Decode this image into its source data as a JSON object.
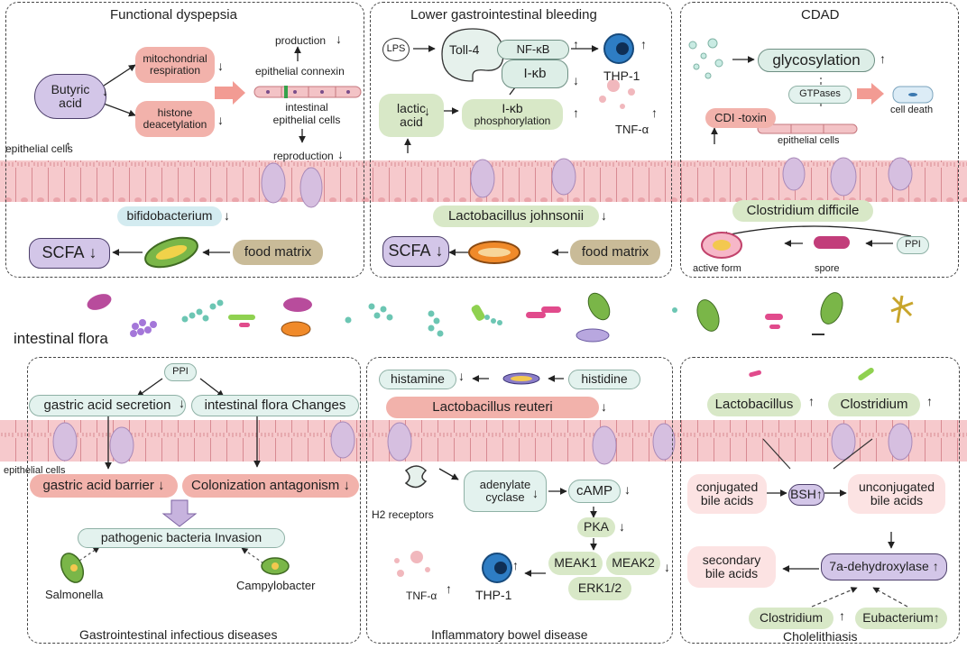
{
  "panels": {
    "functional_dyspepsia": {
      "title": "Functional dyspepsia",
      "butyric_acid": "Butyric acid",
      "mito": "mitochondrial respiration",
      "histone": "histone deacetylation",
      "production": "production",
      "connexin": "epithelial connexin",
      "iec": "intestinal epithelial cells",
      "reproduction": "reproduction",
      "epithelial_cells": "epithelial cells",
      "bifido": "bifidobacterium",
      "scfa": "SCFA",
      "food_matrix": "food matrix"
    },
    "lgb": {
      "title": "Lower gastrointestinal bleeding",
      "lps": "LPS",
      "toll4": "Toll-4",
      "nfkb": "NF-κB",
      "ikb": "I-κb",
      "thp1": "THP-1",
      "lactic": "lactic acid",
      "ikb_phos_1": "I-κb",
      "ikb_phos_2": "phosphorylation",
      "tnf": "TNF-α",
      "lacto_j": "Lactobacillus johnsonii",
      "scfa": "SCFA",
      "food_matrix": "food matrix"
    },
    "cdad": {
      "title": "CDAD",
      "glyco": "glycosylation",
      "gtpases": "GTPases",
      "cell_death": "cell death",
      "toxin": "CDI -toxin",
      "epithelial_cells": "epithelial cells",
      "cdiff": "Clostridium difficile",
      "ppi": "PPI",
      "active": "active form",
      "spore": "spore"
    },
    "flora": {
      "label": "intestinal flora"
    },
    "gid": {
      "title": "Gastrointestinal infectious diseases",
      "ppi": "PPI",
      "gas": "gastric acid secretion",
      "ifc": "intestinal flora Changes",
      "epithelial_cells": "epithelial cells",
      "gab": "gastric acid barrier",
      "ca": "Colonization antagonism",
      "pbi": "pathogenic bacteria Invasion",
      "salmonella": "Salmonella",
      "campylobacter": "Campylobacter"
    },
    "ibd": {
      "title": "Inflammatory bowel disease",
      "histamine": "histamine",
      "histidine": "histidine",
      "lreuteri": "Lactobacillus reuteri",
      "h2": "H2 receptors",
      "ac_1": "adenylate",
      "ac_2": "cyclase",
      "camp": "cAMP",
      "pka": "PKA",
      "meak1": "MEAK1",
      "meak2": "MEAK2",
      "erk": "ERK1/2",
      "thp1": "THP-1",
      "tnf": "TNF-α"
    },
    "chole": {
      "title": "Cholelithiasis",
      "lacto": "Lactobacillus",
      "clost": "Clostridium",
      "cba_1": "conjugated",
      "cba_2": "bile acids",
      "bsh": "BSH",
      "uba_1": "unconjugated",
      "uba_2": "bile acids",
      "sba_1": "secondary",
      "sba_2": "bile acids",
      "dehyd": "7a-dehydroxylase",
      "clost2": "Clostridium",
      "eubact": "Eubacterium"
    }
  },
  "colors": {
    "green_box": "#d8e8c7",
    "salmon_box": "#f2b2ab",
    "mint_box": "#ddeee7",
    "lilac_box": "#d3c6e8",
    "tissue": "#f5c6c9",
    "tissue_line": "#d88a92"
  }
}
